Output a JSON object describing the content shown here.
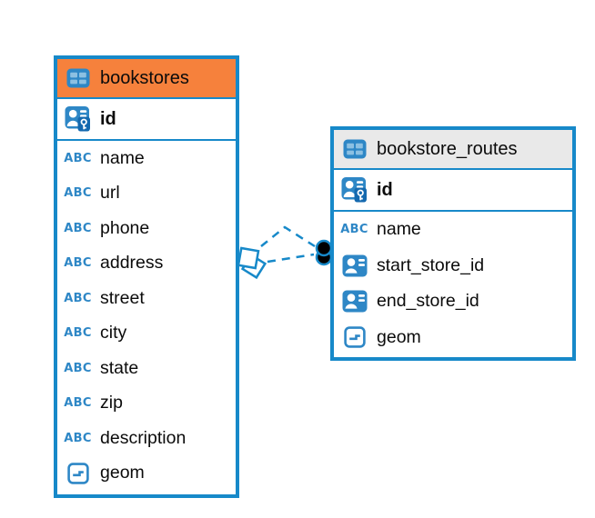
{
  "diagram": {
    "type_icon_label": "ABC",
    "tables": [
      {
        "name": "bookstores",
        "header_bg": "#f6813c",
        "primary_key": {
          "name": "id"
        },
        "columns": [
          {
            "name": "name",
            "type": "text"
          },
          {
            "name": "url",
            "type": "text"
          },
          {
            "name": "phone",
            "type": "text"
          },
          {
            "name": "address",
            "type": "text"
          },
          {
            "name": "street",
            "type": "text"
          },
          {
            "name": "city",
            "type": "text"
          },
          {
            "name": "state",
            "type": "text"
          },
          {
            "name": "zip",
            "type": "text"
          },
          {
            "name": "description",
            "type": "text"
          },
          {
            "name": "geom",
            "type": "geometry"
          }
        ]
      },
      {
        "name": "bookstore_routes",
        "header_bg": "#e9e9e9",
        "primary_key": {
          "name": "id"
        },
        "columns": [
          {
            "name": "name",
            "type": "text"
          },
          {
            "name": "start_store_id",
            "type": "foreign-key"
          },
          {
            "name": "end_store_id",
            "type": "foreign-key"
          },
          {
            "name": "geom",
            "type": "geometry"
          }
        ]
      }
    ],
    "relationships": [
      {
        "from": "bookstores.id",
        "to": "bookstore_routes.start_store_id",
        "style": "dashed"
      },
      {
        "from": "bookstores.id",
        "to": "bookstore_routes.end_store_id",
        "style": "dashed"
      }
    ],
    "colors": {
      "table_border": "#1789c9",
      "accent_orange": "#f6813c",
      "header_gray": "#e9e9e9",
      "icon_blue": "#2e87c6",
      "key_badge_blue": "#1469af",
      "relationship_line": "#1789c9",
      "dot_marker_fill": "#000000",
      "text": "#0b0b0b"
    }
  }
}
